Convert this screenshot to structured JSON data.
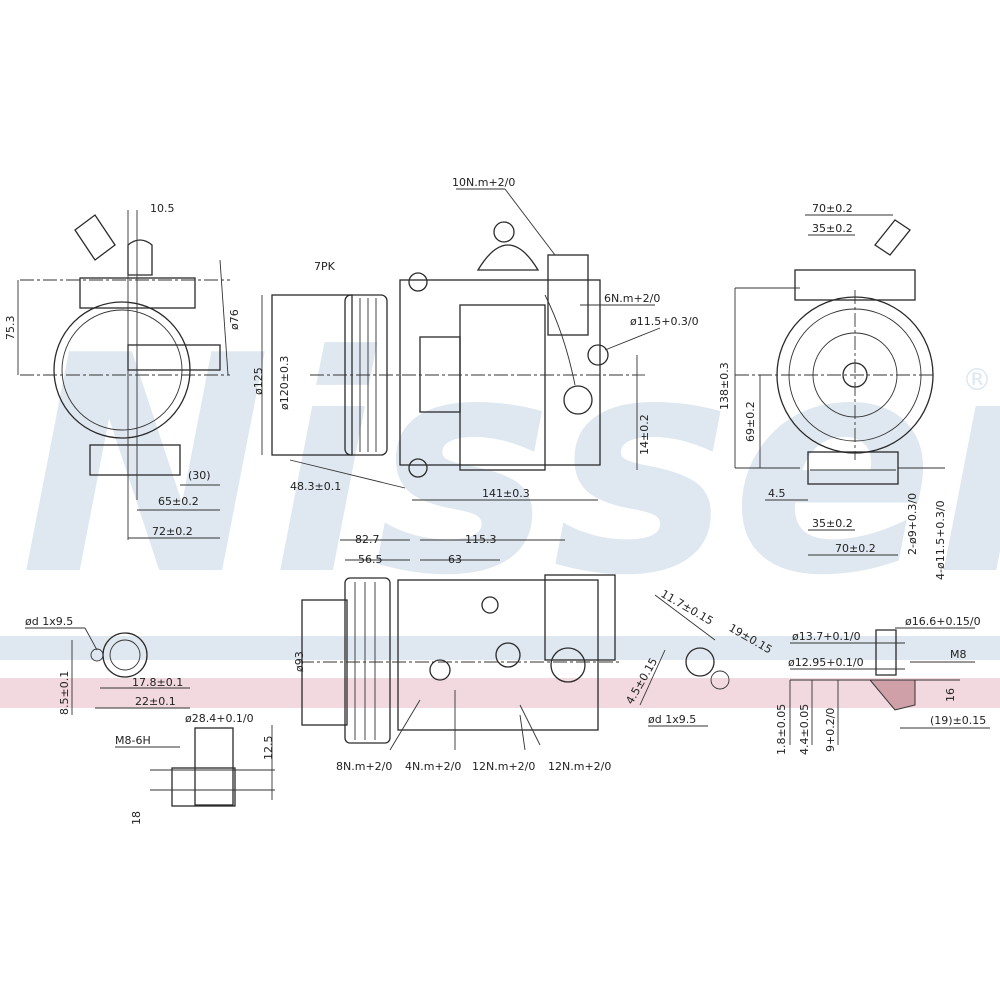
{
  "watermark": {
    "brand": "Nissens",
    "registered": "®",
    "blue": "#dfe8f1",
    "pink": "#f2d9df"
  },
  "left_view": {
    "d1": "10.5",
    "d2": "75.3",
    "d3": "ø76",
    "d4": "(30)",
    "d5": "65±0.2",
    "d6": "72±0.2"
  },
  "side_view": {
    "torque_top": "10N.m+2/0",
    "belt": "7PK",
    "dia_outer": "ø125",
    "dia_pulley": "ø120±0.3",
    "torque_side": "6N.m+2/0",
    "hole": "ø11.5+0.3/0",
    "offset": "14±0.2",
    "d_pulley": "48.3±0.1",
    "length": "141±0.3"
  },
  "front_view": {
    "w_top": "70±0.2",
    "half_top": "35±0.2",
    "height": "138±0.3",
    "axis_h": "69±0.2",
    "d45": "4.5",
    "half_bottom": "35±0.2",
    "w_bottom": "70±0.2",
    "holes_a": "2-ø9+0.3/0",
    "holes_b": "4-ø11.5+0.3/0"
  },
  "bottom_view": {
    "d1": "82.7",
    "d2": "56.5",
    "d3": "115.3",
    "d4": "63",
    "dia": "ø93",
    "t1": "8N.m+2/0",
    "t2": "4N.m+2/0",
    "t3": "12N.m+2/0",
    "t4": "12N.m+2/0"
  },
  "port_detail": {
    "d1": "11.7±0.15",
    "d2": "19±0.15",
    "d3": "4.5±0.15",
    "d4": "ød 1x9.5"
  },
  "fitting_detail": {
    "d1": "ø13.7+0.1/0",
    "d2": "ø16.6+0.15/0",
    "thread": "M8",
    "d3": "ø12.95+0.1/0",
    "d4": "16",
    "d5": "(19)±0.15",
    "d6": "1.8±0.05",
    "d7": "4.4±0.05",
    "d8": "9+0.2/0"
  },
  "flange_detail": {
    "d1": "ød 1x9.5",
    "d2": "17.8±0.1",
    "d3": "22±0.1",
    "d4": "8.5±0.1",
    "d5": "ø28.4+0.1/0",
    "thread": "M8-6H",
    "d6": "12.5",
    "d7": "18"
  }
}
